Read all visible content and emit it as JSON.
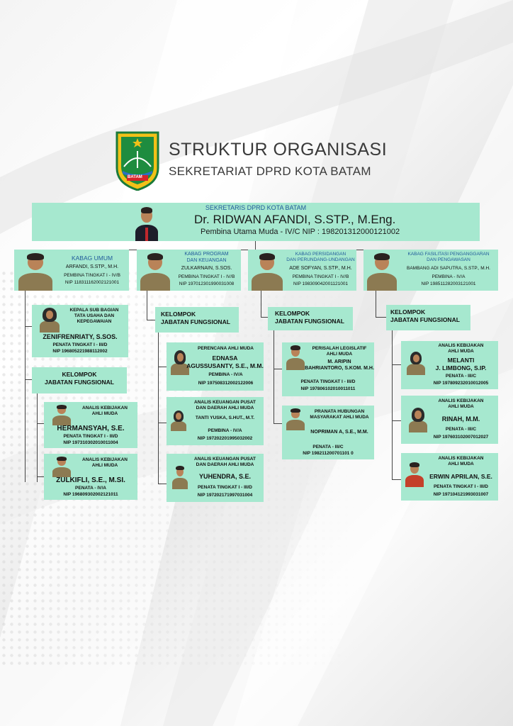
{
  "header": {
    "title": "STRUKTUR ORGANISASI",
    "subtitle": "SEKRETARIAT DPRD KOTA BATAM",
    "logo_text": "BATAM"
  },
  "head": {
    "role": "SEKRETARIS DPRD KOTA BATAM",
    "name": "Dr. RIDWAN AFANDI, S.STP., M.Eng.",
    "rank": "Pembina Utama Muda - IV/C NIP : 198201312000121002"
  },
  "kabag": [
    {
      "title": "KABAG UMUM",
      "name": "ARFANDI, S.STP., M.H.",
      "rank": "PEMBINA TINGKAT I - IV/B",
      "nip": "NIP 118311162002121001"
    },
    {
      "title": "KABAG PROGRAM\nDAN KEUANGAN",
      "name": "ZULKARNAIN, S.SOS.",
      "rank": "PEMBINA TINGKAT I - IV/B",
      "nip": "NIP 197012301990031008"
    },
    {
      "title": "KABAG PERSIDANGAN\nDAN PERUNDANG-UNDANGAN",
      "name": "ADE SOFYAN, S.STP., M.H.",
      "rank": "PEMBINA TINGKAT I - IV/B",
      "nip": "NIP 198309042001121001"
    },
    {
      "title": "KABAG FASILITASI PENGANGGARAN\nDAN PENGAWASAN",
      "name": "BAMBANG ADI SAPUTRA, S.STP., M.H.",
      "rank": "PEMBINA - IV/A",
      "nip": "NIP 198511282003121001"
    }
  ],
  "subbag": {
    "title": "KEPALA SUB BAGIAN\nTATA USAHA DAN\nKEPEGAWAIAN",
    "name": "ZENIFRENRIATY, S.SOS.",
    "rank": "PENATA TINGKAT I - III/D",
    "nip": "NIP 196805221988112002"
  },
  "kelompok_label": "KELOMPOK\nJABATAN FUNGSIONAL",
  "staff": {
    "umum": [
      {
        "title": "ANALIS KEBIJAKAN\nAHLI MUDA",
        "name": "HERMANSYAH, S.E.",
        "rank": "PENATA TINGKAT I - III/D",
        "nip": "NIP 197310302010011004"
      },
      {
        "title": "ANALIS KEBIJAKAN\nAHLI MUDA",
        "name": "ZULKIFLI, S.E., M.SI.",
        "rank": "PENATA - IV/A",
        "nip": "NIP 196809302002121011"
      }
    ],
    "program": [
      {
        "title": "PERENCANA AHLI MUDA",
        "name": "EDNASA\nAGUSSUSANTY, S.E., M.M.",
        "rank": "PEMBINA - IV/A",
        "nip": "NIP 197508312002122006"
      },
      {
        "title": "ANALIS KEUANGAN PUSAT\nDAN DAERAH AHLI MUDA",
        "name": "TANTI YUSKA, S.HUT., M.T.",
        "rank": "PEMBINA - IV/A",
        "nip": "NIP 197202201995032002"
      },
      {
        "title": "ANALIS KEUANGAN PUSAT\nDAN DAERAH AHLI MUDA",
        "name": "YUHENDRA, S.E.",
        "rank": "PENATA TINGKAT I - III/D",
        "nip": "NIP 197202171997031004"
      }
    ],
    "persidangan": [
      {
        "title": "PERISALAH LEGISLATIF\nAHLI MUDA",
        "name": "M. ARIPIN\nBAHRIANTORO, S.KOM. M.H.",
        "rank": "PENATA TINGKAT I - III/D",
        "nip": "NIP 197806102010011011"
      },
      {
        "title": "PRANATA HUBUNGAN\nMASYARAKAT AHLI MUDA",
        "name": "NOPRIMAN A, S.E., M.M.",
        "rank": "PENATA - III/C",
        "nip": "NIP 198211200701101 0"
      }
    ],
    "fasilitasi": [
      {
        "title": "ANALIS KEBIJAKAN\nAHLI MUDA",
        "name": "MELANTI\nJ. LIMBONG, S.IP.",
        "rank": "PENATA - III/C",
        "nip": "NIP 197809232010012005"
      },
      {
        "title": "ANALIS KEBIJAKAN\nAHLI MUDA",
        "name": "RINAH, M.M.",
        "rank": "PENATA - III/C",
        "nip": "NIP 197603102007012027"
      },
      {
        "title": "ANALIS KEBIJAKAN\nAHLI MUDA",
        "name": "ERWIN APRILAN, S.E.",
        "rank": "PENATA TINGKAT I - III/D",
        "nip": "NIP 197104121993031007"
      }
    ]
  },
  "colors": {
    "box": "#a6e8cf",
    "accent_blue": "#1f5a9a",
    "line": "#444444"
  }
}
